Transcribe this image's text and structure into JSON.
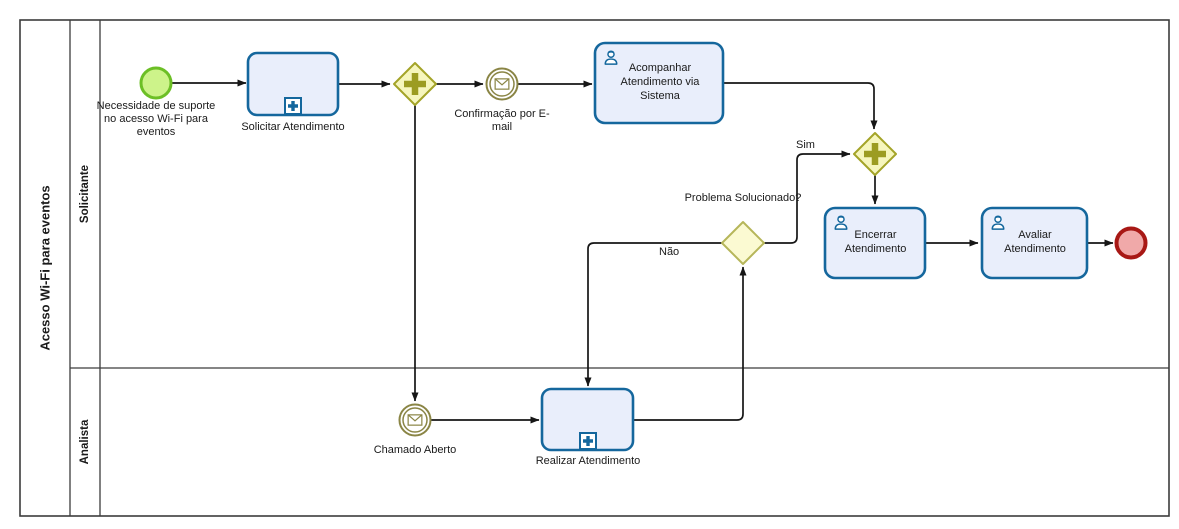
{
  "pool": {
    "title": "Acesso Wi-Fi para eventos"
  },
  "lanes": [
    {
      "label": "Solicitante"
    },
    {
      "label": "Analista"
    }
  ],
  "nodes": {
    "start_event": {
      "type": "start-event",
      "label": "Necessidade de suporte no acesso Wi-Fi para eventos"
    },
    "task_solicitar": {
      "type": "collapsed-subprocess",
      "label": "Solicitar Atendimento"
    },
    "gateway_parallel_1": {
      "type": "parallel-gateway",
      "label": ""
    },
    "event_confirmacao": {
      "type": "message-intermediate-event",
      "label": "Confirmação por E-mail"
    },
    "task_acompanhar": {
      "type": "user-task",
      "label": "Acompanhar Atendimento via Sistema"
    },
    "gateway_parallel_2": {
      "type": "parallel-gateway",
      "label": ""
    },
    "gateway_problema": {
      "type": "exclusive-gateway",
      "label": "Problema Solucionado?"
    },
    "task_encerrar": {
      "type": "user-task",
      "label": "Encerrar Atendimento"
    },
    "task_avaliar": {
      "type": "user-task",
      "label": "Avaliar Atendimento"
    },
    "end_event": {
      "type": "end-event",
      "label": ""
    },
    "event_chamado": {
      "type": "message-intermediate-event",
      "label": "Chamado Aberto"
    },
    "task_realizar": {
      "type": "collapsed-subprocess",
      "label": "Realizar Atendimento"
    }
  },
  "flow_labels": {
    "sim": "Sim",
    "nao": "Não"
  },
  "colors": {
    "start_fill": "#cdf38a",
    "start_stroke": "#6cbf26",
    "end_fill": "#f0a9a9",
    "end_stroke": "#a81815",
    "task_fill": "#e9eefb",
    "task_stroke": "#15679d",
    "gateway_parallel_fill": "#f6f6bd",
    "gateway_parallel_stroke": "#a4a428",
    "gateway_exclusive_fill": "#fbfad2",
    "gateway_exclusive_stroke": "#b6b65a",
    "message_stroke": "#8a8545",
    "flow_line": "#161616",
    "pool_border": "#3c3c3c"
  }
}
